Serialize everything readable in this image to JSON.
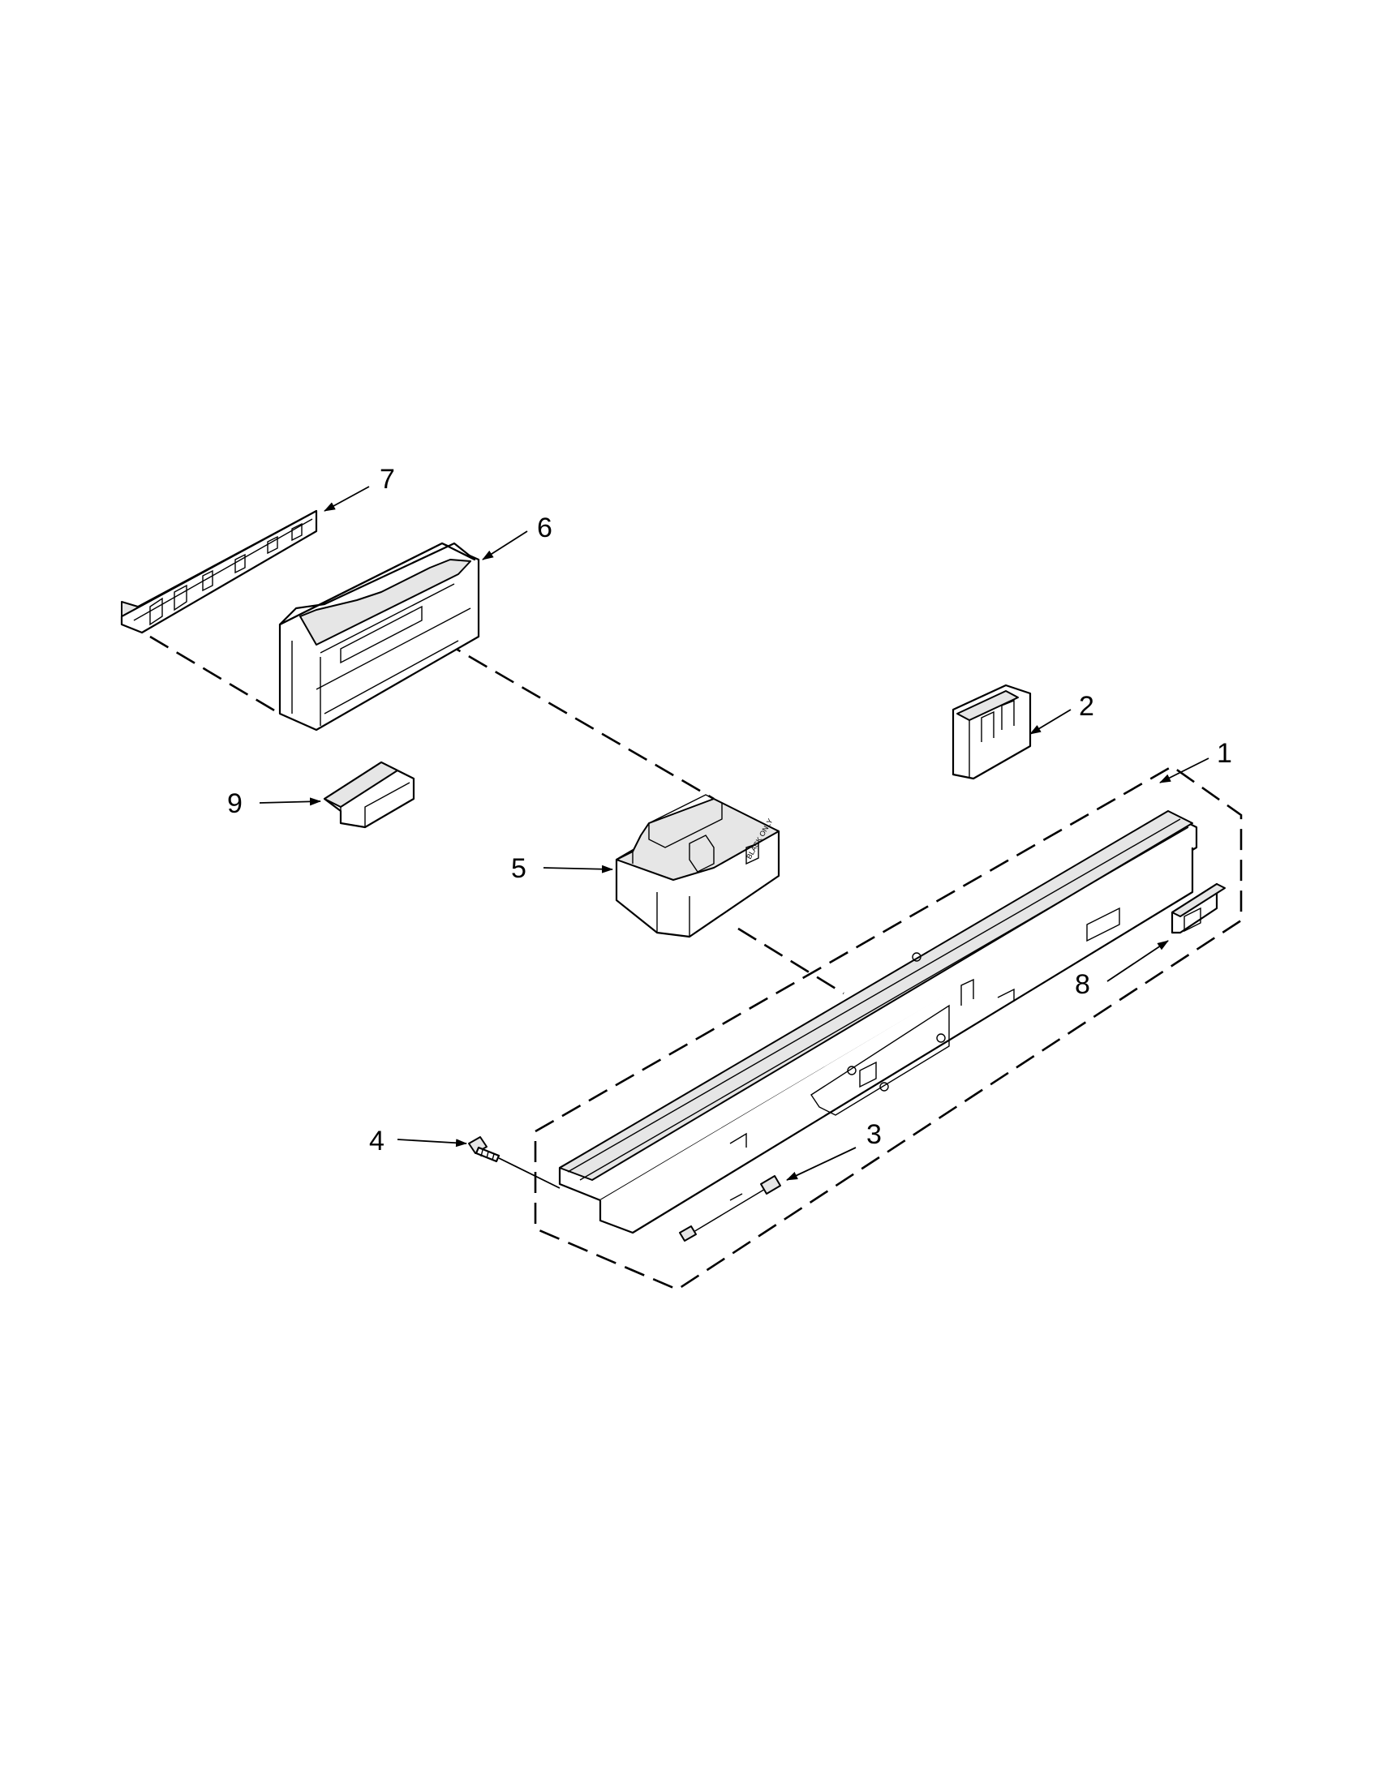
{
  "callouts": [
    {
      "id": "1",
      "text": "1"
    },
    {
      "id": "2",
      "text": "2"
    },
    {
      "id": "3",
      "text": "3"
    },
    {
      "id": "4",
      "text": "4"
    },
    {
      "id": "5",
      "text": "5"
    },
    {
      "id": "6",
      "text": "6"
    },
    {
      "id": "7",
      "text": "7"
    },
    {
      "id": "8",
      "text": "8"
    },
    {
      "id": "9",
      "text": "9"
    }
  ],
  "part5_marking": "BLACK ONLY"
}
